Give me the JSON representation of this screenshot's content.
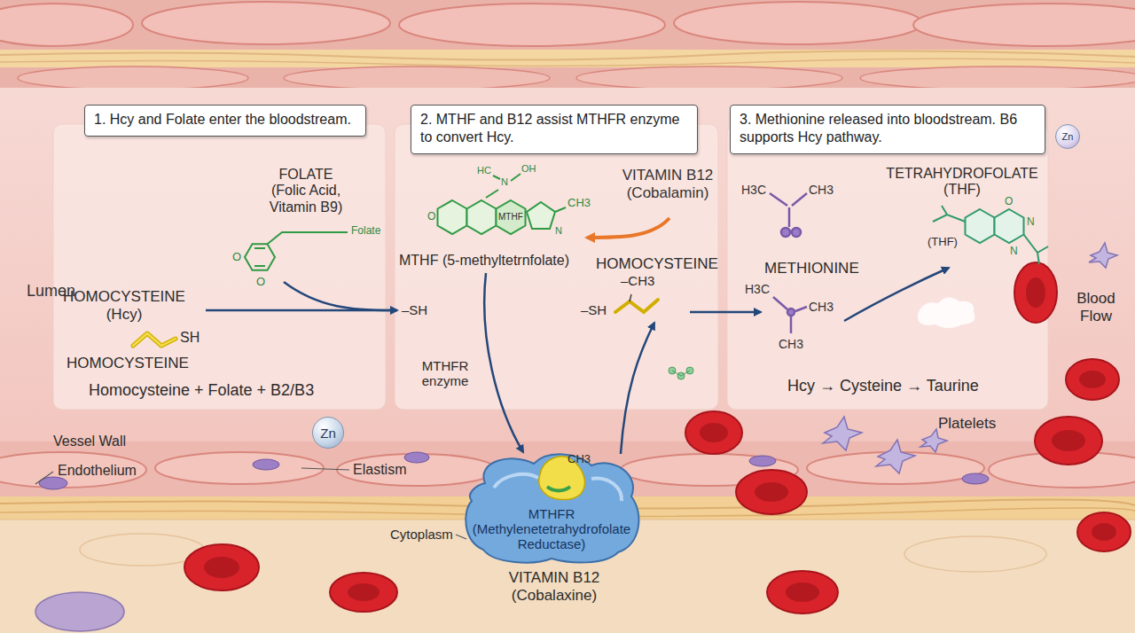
{
  "diagram": {
    "nodes": [
      {
        "text": [
          "1. Hcy and Folate enter the bloodstream."
        ]
      },
      {
        "text": [
          "2. MTHF and B12 assist MTHFR enzyme to convert Hcy."
        ]
      },
      {
        "text": [
          "3. Methionine released into bloodstream. B6 supports Hcy pathway."
        ]
      },
      {
        "text": [
          "MTHFR (Methylenetetrahydrofolate Reductase)"
        ]
      },
      {
        "text": [
          "Zn"
        ]
      },
      {
        "text": [
          "Zn"
        ]
      }
    ],
    "labels": [
      "Lumen",
      "HOMOCYSTEINE (Hcy)",
      "SH",
      "HOMOCYSTEINE",
      "FOLATE (Folic Acid, Vitamin B9)",
      "Folate",
      "O",
      "O",
      "Homocysteine + Folate + B2/B3",
      "HC",
      "N",
      "OH",
      "MTHF",
      "CH3",
      "O",
      "N",
      "MTHF (5-methyltetrnfolate)",
      "VITAMIN B12 (Cobalamin)",
      "HOMOCYSTEINE",
      "–CH3",
      "–SH",
      "–SH",
      "MTHFR enzyme",
      "CH3",
      "H3C",
      "CH3",
      "METHIONINE",
      "H3C",
      "CH3",
      "CH3",
      "TETRAHYDROFOLATE (THF)",
      "O",
      "N",
      "N",
      "(THF)",
      "Hcy → Cysteine → Taurine",
      "Blood Flow",
      "Platelets",
      "Vessel Wall",
      "Endothelium",
      "Elastism",
      "Cytoplasm",
      "VITAMIN B12 (Cobalaxine)"
    ]
  }
}
